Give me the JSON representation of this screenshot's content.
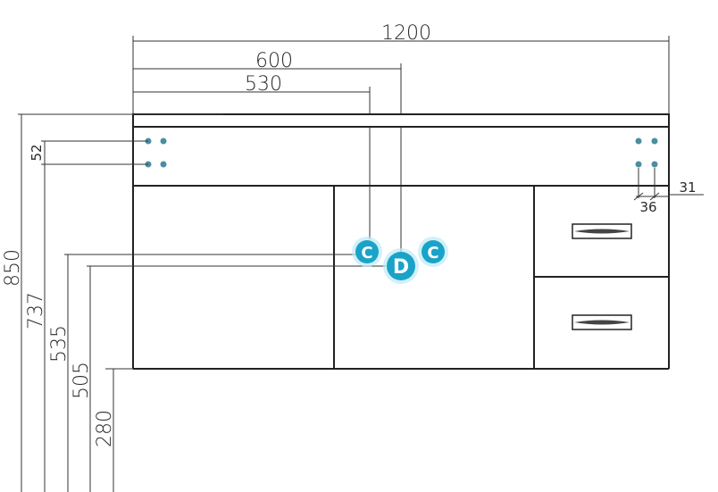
{
  "dimensions": {
    "width_total": "1200",
    "width_600": "600",
    "width_530": "530",
    "height_850": "850",
    "height_737": "737",
    "height_535": "535",
    "height_505": "505",
    "height_280": "280",
    "hole_spacing": "52",
    "hole_offset_31": "31",
    "hole_offset_36": "36"
  },
  "markers": {
    "left_c": "C",
    "center_d": "D",
    "right_c": "C"
  },
  "colors": {
    "marker": "#1aa3c8",
    "marker_glow": "#bfe9f5",
    "hole": "#4a8fa0",
    "line": "#222222"
  }
}
